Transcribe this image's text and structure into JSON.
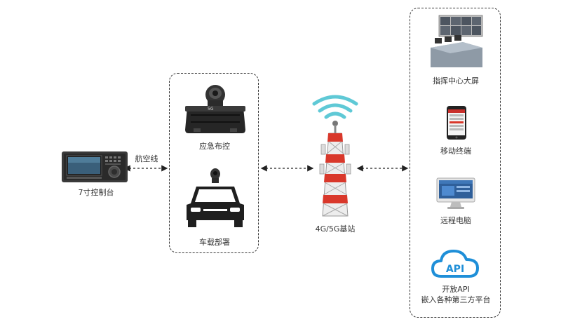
{
  "nodes": {
    "console": {
      "label": "7寸控制台"
    },
    "link_label": "航空线",
    "emergency": {
      "label": "应急布控"
    },
    "vehicle": {
      "label": "车载部署"
    },
    "tower": {
      "label": "4G/5G基站"
    },
    "command": {
      "label": "指挥中心大屏"
    },
    "mobile": {
      "label": "移动终端"
    },
    "pc": {
      "label": "远程电脑"
    },
    "api": {
      "label_line1": "开放API",
      "label_line2": "嵌入各种第三方平台",
      "icon_text": "API"
    },
    "case_badge": "5G"
  },
  "colors": {
    "tower_red": "#d9382b",
    "signal_cyan": "#5fc9d6",
    "api_blue": "#1f8fd8",
    "dark": "#222222"
  }
}
